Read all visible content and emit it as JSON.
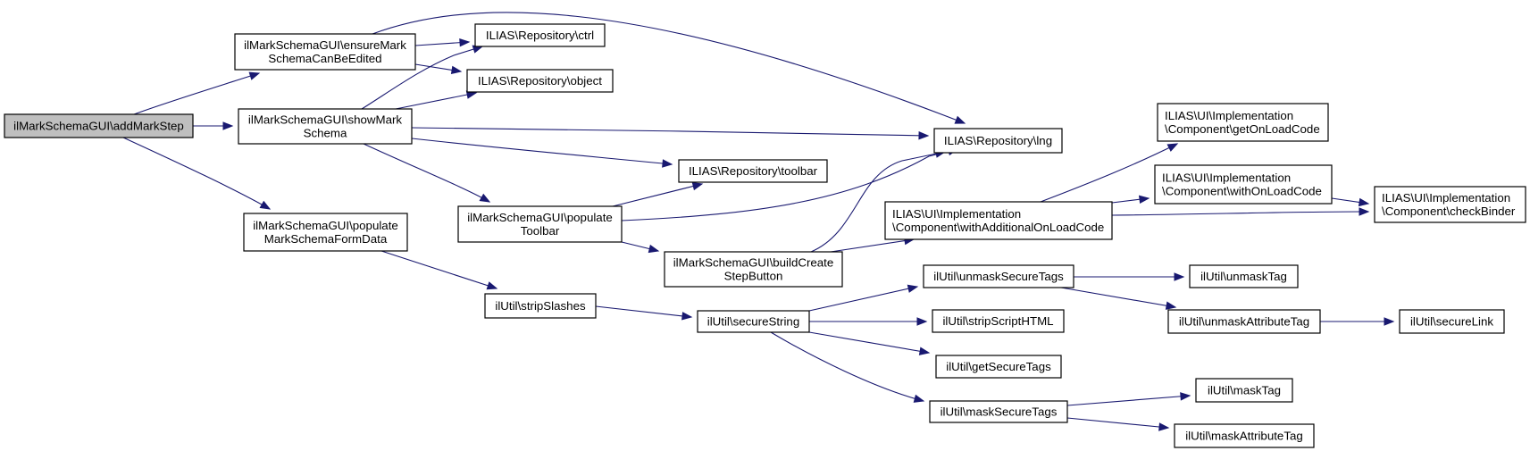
{
  "diagram": {
    "type": "call-graph",
    "colors": {
      "root_fill": "#bfbfbf",
      "node_fill": "#ffffff",
      "node_border": "#000000",
      "edge": "#191970"
    },
    "root": "addMarkStep",
    "nodes": [
      {
        "id": "addMarkStep",
        "lines": [
          "ilMarkSchemaGUI\\addMarkStep"
        ]
      },
      {
        "id": "ensureMark",
        "lines": [
          "ilMarkSchemaGUI\\ensureMark",
          "SchemaCanBeEdited"
        ]
      },
      {
        "id": "showMark",
        "lines": [
          "ilMarkSchemaGUI\\showMark",
          "Schema"
        ]
      },
      {
        "id": "populateForm",
        "lines": [
          "ilMarkSchemaGUI\\populate",
          "MarkSchemaFormData"
        ]
      },
      {
        "id": "ctrl",
        "lines": [
          "ILIAS\\Repository\\ctrl"
        ]
      },
      {
        "id": "object",
        "lines": [
          "ILIAS\\Repository\\object"
        ]
      },
      {
        "id": "lng",
        "lines": [
          "ILIAS\\Repository\\lng"
        ]
      },
      {
        "id": "toolbar",
        "lines": [
          "ILIAS\\Repository\\toolbar"
        ]
      },
      {
        "id": "populateToolbar",
        "lines": [
          "ilMarkSchemaGUI\\populate",
          "Toolbar"
        ]
      },
      {
        "id": "buildCreate",
        "lines": [
          "ilMarkSchemaGUI\\buildCreate",
          "StepButton"
        ]
      },
      {
        "id": "withAdditional",
        "lines": [
          "ILIAS\\UI\\Implementation",
          "\\Component\\withAdditionalOnLoadCode"
        ]
      },
      {
        "id": "getOnLoad",
        "lines": [
          "ILIAS\\UI\\Implementation",
          "\\Component\\getOnLoadCode"
        ]
      },
      {
        "id": "withOnLoad",
        "lines": [
          "ILIAS\\UI\\Implementation",
          "\\Component\\withOnLoadCode"
        ]
      },
      {
        "id": "checkBinder",
        "lines": [
          "ILIAS\\UI\\Implementation",
          "\\Component\\checkBinder"
        ]
      },
      {
        "id": "stripSlashes",
        "lines": [
          "ilUtil\\stripSlashes"
        ]
      },
      {
        "id": "secureString",
        "lines": [
          "ilUtil\\secureString"
        ]
      },
      {
        "id": "unmaskSecureTags",
        "lines": [
          "ilUtil\\unmaskSecureTags"
        ]
      },
      {
        "id": "stripScriptHTML",
        "lines": [
          "ilUtil\\stripScriptHTML"
        ]
      },
      {
        "id": "getSecureTags",
        "lines": [
          "ilUtil\\getSecureTags"
        ]
      },
      {
        "id": "maskSecureTags",
        "lines": [
          "ilUtil\\maskSecureTags"
        ]
      },
      {
        "id": "unmaskTag",
        "lines": [
          "ilUtil\\unmaskTag"
        ]
      },
      {
        "id": "unmaskAttributeTag",
        "lines": [
          "ilUtil\\unmaskAttributeTag"
        ]
      },
      {
        "id": "secureLink",
        "lines": [
          "ilUtil\\secureLink"
        ]
      },
      {
        "id": "maskTag",
        "lines": [
          "ilUtil\\maskTag"
        ]
      },
      {
        "id": "maskAttributeTag",
        "lines": [
          "ilUtil\\maskAttributeTag"
        ]
      }
    ],
    "edges": [
      {
        "from": "addMarkStep",
        "to": "ensureMark"
      },
      {
        "from": "addMarkStep",
        "to": "showMark"
      },
      {
        "from": "addMarkStep",
        "to": "populateForm"
      },
      {
        "from": "ensureMark",
        "to": "ctrl"
      },
      {
        "from": "ensureMark",
        "to": "object"
      },
      {
        "from": "ensureMark",
        "to": "lng"
      },
      {
        "from": "showMark",
        "to": "ctrl"
      },
      {
        "from": "showMark",
        "to": "object"
      },
      {
        "from": "showMark",
        "to": "lng"
      },
      {
        "from": "showMark",
        "to": "toolbar"
      },
      {
        "from": "showMark",
        "to": "populateToolbar"
      },
      {
        "from": "populateToolbar",
        "to": "toolbar"
      },
      {
        "from": "populateToolbar",
        "to": "lng"
      },
      {
        "from": "populateToolbar",
        "to": "buildCreate"
      },
      {
        "from": "buildCreate",
        "to": "lng"
      },
      {
        "from": "buildCreate",
        "to": "withAdditional"
      },
      {
        "from": "withAdditional",
        "to": "getOnLoad"
      },
      {
        "from": "withAdditional",
        "to": "withOnLoad"
      },
      {
        "from": "withAdditional",
        "to": "checkBinder"
      },
      {
        "from": "withOnLoad",
        "to": "checkBinder"
      },
      {
        "from": "populateForm",
        "to": "stripSlashes"
      },
      {
        "from": "stripSlashes",
        "to": "secureString"
      },
      {
        "from": "secureString",
        "to": "unmaskSecureTags"
      },
      {
        "from": "secureString",
        "to": "stripScriptHTML"
      },
      {
        "from": "secureString",
        "to": "getSecureTags"
      },
      {
        "from": "secureString",
        "to": "maskSecureTags"
      },
      {
        "from": "unmaskSecureTags",
        "to": "unmaskTag"
      },
      {
        "from": "unmaskSecureTags",
        "to": "unmaskAttributeTag"
      },
      {
        "from": "unmaskAttributeTag",
        "to": "secureLink"
      },
      {
        "from": "maskSecureTags",
        "to": "maskTag"
      },
      {
        "from": "maskSecureTags",
        "to": "maskAttributeTag"
      }
    ]
  }
}
